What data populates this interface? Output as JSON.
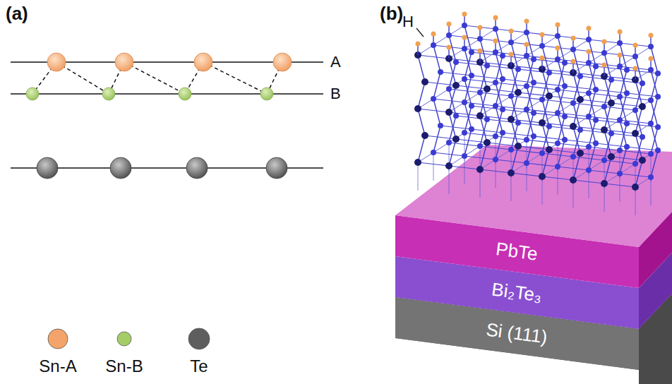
{
  "diagram": {
    "nodes": [
      {
        "text": [
          "PbTe"
        ]
      },
      {
        "text": [
          "Bi₂Te₃"
        ]
      },
      {
        "text": [
          "Si (111)"
        ]
      }
    ],
    "labels": [
      "(a)",
      "A",
      "B",
      "(b)",
      "H"
    ],
    "legend": [
      {
        "text": "Sn-A",
        "color": "#f4a46a"
      },
      {
        "text": "Sn-B",
        "color": "#a6cc68"
      },
      {
        "text": "Te",
        "color": "#5e5e5e"
      }
    ]
  }
}
